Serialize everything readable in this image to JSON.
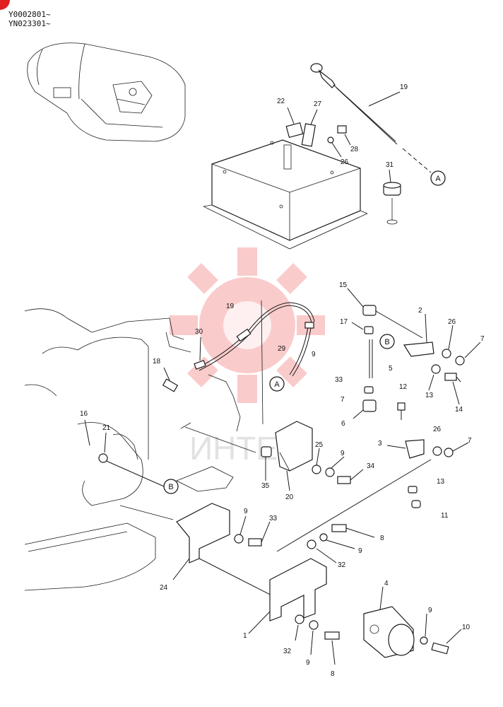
{
  "serials": [
    "Y0002801~",
    "YN023301~"
  ],
  "watermark": {
    "text": "ИНТЕХ",
    "color": "#f26a6a"
  },
  "callouts": [
    "19",
    "22",
    "27",
    "28",
    "26",
    "31",
    "15",
    "2",
    "26",
    "7",
    "17",
    "18",
    "30",
    "19",
    "29",
    "9",
    "33",
    "5",
    "13",
    "14",
    "12",
    "7",
    "6",
    "3",
    "26",
    "7",
    "16",
    "21",
    "25",
    "9",
    "34",
    "35",
    "20",
    "13",
    "11",
    "9",
    "33",
    "8",
    "9",
    "32",
    "24",
    "4",
    "1",
    "9",
    "10",
    "32",
    "9",
    "8"
  ],
  "refs": [
    "A",
    "A",
    "B",
    "B"
  ]
}
